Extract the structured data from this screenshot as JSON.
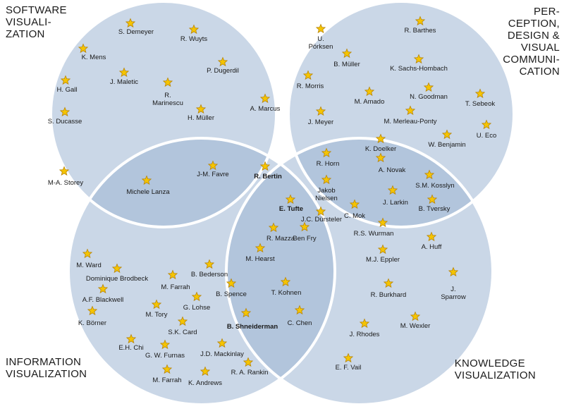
{
  "labels": {
    "software": "SOFTWARE\nVISUALI-\nZATION",
    "perception": "PER-\nCEPTION,\nDESIGN &\nVISUAL\nCOMMUNI-\nCATION",
    "information": "INFORMATION\nVISUALIZATION",
    "knowledge": "KNOWLEDGE\nVISUALIZATION"
  },
  "colors": {
    "circle_fill": "#9fb6d3",
    "circle_stroke": "#ffffff",
    "star_fill": "#f5c400"
  },
  "people": [
    {
      "name": "S. Demeyer",
      "bold": false
    },
    {
      "name": "R. Wuyts",
      "bold": false
    },
    {
      "name": "K. Mens",
      "bold": false
    },
    {
      "name": "J. Maletic",
      "bold": false
    },
    {
      "name": "P. Dugerdil",
      "bold": false
    },
    {
      "name": "H. Gall",
      "bold": false
    },
    {
      "name": "R.\nMarinescu",
      "bold": false
    },
    {
      "name": "H. Müller",
      "bold": false
    },
    {
      "name": "S. Ducasse",
      "bold": false
    },
    {
      "name": "M-A. Storey",
      "bold": false
    },
    {
      "name": "Michele Lanza",
      "bold": false
    },
    {
      "name": "J-M. Favre",
      "bold": false
    },
    {
      "name": "A. Marcus",
      "bold": false
    },
    {
      "name": "R. Bertin",
      "bold": true
    },
    {
      "name": "U.\nPörksen",
      "bold": false
    },
    {
      "name": "R. Barthes",
      "bold": false
    },
    {
      "name": "B. Müller",
      "bold": false
    },
    {
      "name": "K. Sachs-Hombach",
      "bold": false
    },
    {
      "name": "R. Morris",
      "bold": false
    },
    {
      "name": "M. Amado",
      "bold": false
    },
    {
      "name": "N. Goodman",
      "bold": false
    },
    {
      "name": "T. Sebeok",
      "bold": false
    },
    {
      "name": "J. Meyer",
      "bold": false
    },
    {
      "name": "M. Merleau-Ponty",
      "bold": false
    },
    {
      "name": "U. Eco",
      "bold": false
    },
    {
      "name": "W. Benjamin",
      "bold": false
    },
    {
      "name": "K. Doelker",
      "bold": false
    },
    {
      "name": "R. Horn",
      "bold": false
    },
    {
      "name": "A. Novak",
      "bold": false
    },
    {
      "name": "S.M. Kosslyn",
      "bold": false
    },
    {
      "name": "Jakob\nNielsen",
      "bold": false
    },
    {
      "name": "J. Larkin",
      "bold": false
    },
    {
      "name": "E. Tufte",
      "bold": true
    },
    {
      "name": "B. Tversky",
      "bold": false
    },
    {
      "name": "C. Mok",
      "bold": false
    },
    {
      "name": "J.C. Dürsteler",
      "bold": false
    },
    {
      "name": "R.S. Wurman",
      "bold": false
    },
    {
      "name": "R. Mazza",
      "bold": false
    },
    {
      "name": "Ben Fry",
      "bold": false
    },
    {
      "name": "A. Huff",
      "bold": false
    },
    {
      "name": "M. Hearst",
      "bold": false
    },
    {
      "name": "M.J. Eppler",
      "bold": false
    },
    {
      "name": "M. Ward",
      "bold": false
    },
    {
      "name": "Dominique Brodbeck",
      "bold": false
    },
    {
      "name": "B. Bederson",
      "bold": false
    },
    {
      "name": "M. Farrah",
      "bold": false
    },
    {
      "name": "A.F. Blackwell",
      "bold": false
    },
    {
      "name": "B. Spence",
      "bold": false
    },
    {
      "name": "T. Kohnen",
      "bold": false
    },
    {
      "name": "J.\nSparrow",
      "bold": false
    },
    {
      "name": "R. Burkhard",
      "bold": false
    },
    {
      "name": "M. Tory",
      "bold": false
    },
    {
      "name": "G. Lohse",
      "bold": false
    },
    {
      "name": "K. Börner",
      "bold": false
    },
    {
      "name": "B. Shneiderman",
      "bold": true
    },
    {
      "name": "C. Chen",
      "bold": false
    },
    {
      "name": "S.K. Card",
      "bold": false
    },
    {
      "name": "M. Wexler",
      "bold": false
    },
    {
      "name": "J. Rhodes",
      "bold": false
    },
    {
      "name": "E.H. Chi",
      "bold": false
    },
    {
      "name": "G. W. Furnas",
      "bold": false
    },
    {
      "name": "J.D. Mackinlay",
      "bold": false
    },
    {
      "name": "R. A. Rankin",
      "bold": false
    },
    {
      "name": "E. F. Vail",
      "bold": false
    },
    {
      "name": "M. Farrah",
      "bold": false
    },
    {
      "name": "K. Andrews",
      "bold": false
    }
  ]
}
